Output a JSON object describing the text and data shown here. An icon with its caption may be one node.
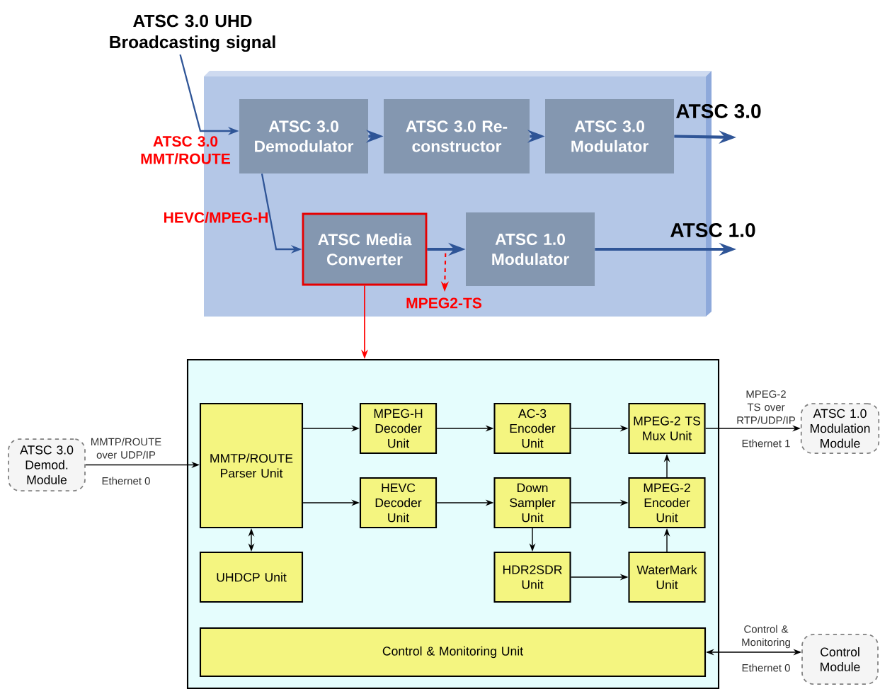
{
  "diagram": {
    "nodes": [
      {
        "text": [],
        "shape": "box"
      },
      {
        "text": [
          "ATSC 3.0 UHD Broadcasting signal"
        ]
      },
      {
        "text": [
          "ATSC 3.0 Demodulator"
        ],
        "in": 0
      },
      {
        "text": [
          "ATSC 3.0 Re-constructor"
        ],
        "in": 0
      },
      {
        "text": [
          "ATSC 3.0 Modulator"
        ],
        "in": 0
      },
      {
        "text": [
          "ATSC Media Converter"
        ],
        "in": 0
      },
      {
        "text": [
          "ATSC 1.0 Modulator"
        ],
        "in": 0
      },
      {
        "text": [],
        "shape": "box"
      },
      {
        "text": [
          "MMTP/ROUTE Parser Unit"
        ],
        "in": 7
      },
      {
        "text": [
          "MPEG-H Decoder Unit"
        ],
        "in": 7
      },
      {
        "text": [
          "AC-3 Encoder Unit"
        ],
        "in": 7
      },
      {
        "text": [
          "MPEG-2 TS Mux Unit"
        ],
        "in": 7
      },
      {
        "text": [
          "HEVC Decoder Unit"
        ],
        "in": 7
      },
      {
        "text": [
          "Down Sampler Unit"
        ],
        "in": 7
      },
      {
        "text": [
          "MPEG-2 Encoder Unit"
        ],
        "in": 7
      },
      {
        "text": [
          "UHDCP Unit"
        ],
        "in": 7
      },
      {
        "text": [
          "HDR2SDR Unit"
        ],
        "in": 7
      },
      {
        "text": [
          "WaterMark Unit"
        ],
        "in": 7
      },
      {
        "text": [
          "Control & Monitoring Unit"
        ],
        "in": 7
      },
      {
        "text": [
          "ATSC 3.0 Demod. Module"
        ]
      },
      {
        "text": [
          "ATSC 1.0 Modulation Module"
        ]
      },
      {
        "text": [
          "Control Module"
        ]
      }
    ],
    "edges": [
      {
        "from": 1,
        "to": 2,
        "arrow": "to",
        "label": "ATSC 3.0 MMT/ROUTE",
        "color": "#2f5597"
      },
      {
        "from": 2,
        "to": 3,
        "arrow": "to",
        "style": "thick",
        "color": "#2f5597"
      },
      {
        "from": 3,
        "to": 4,
        "arrow": "to",
        "style": "thick",
        "color": "#2f5597"
      },
      {
        "from": 4,
        "to": null,
        "arrow": "to",
        "label": "ATSC 3.0",
        "style": "thick",
        "color": "#2f5597"
      },
      {
        "from": 2,
        "to": 5,
        "arrow": "to",
        "label": "HEVC/MPEG-H",
        "color": "#2f5597"
      },
      {
        "from": 5,
        "to": 6,
        "arrow": "to",
        "style": "thick",
        "color": "#2f5597"
      },
      {
        "from": 6,
        "to": null,
        "arrow": "to",
        "label": "ATSC 1.0",
        "style": "thick",
        "color": "#2f5597"
      },
      {
        "from": 5,
        "to": null,
        "arrow": "to",
        "label": "MPEG2-TS",
        "style": "dashed",
        "color": "#ff0000"
      },
      {
        "from": 5,
        "to": 7,
        "arrow": "to",
        "color": "#ff0000"
      },
      {
        "from": 19,
        "to": 8,
        "arrow": "to",
        "label": "MMTP/ROUTE over UDP/IP"
      },
      {
        "from": 8,
        "to": 9,
        "arrow": "to"
      },
      {
        "from": 8,
        "to": 12,
        "arrow": "to"
      },
      {
        "from": 8,
        "to": 15,
        "arrow": "both"
      },
      {
        "from": 9,
        "to": 10,
        "arrow": "to"
      },
      {
        "from": 10,
        "to": 11,
        "arrow": "to"
      },
      {
        "from": 11,
        "to": 20,
        "arrow": "to",
        "label": "MPEG-2 TS over RTP/UDP/IP"
      },
      {
        "from": 12,
        "to": 13,
        "arrow": "to"
      },
      {
        "from": 13,
        "to": 14,
        "arrow": "to"
      },
      {
        "from": 13,
        "to": 16,
        "arrow": "to"
      },
      {
        "from": 14,
        "to": 11,
        "arrow": "to"
      },
      {
        "from": 16,
        "to": 17,
        "arrow": "to"
      },
      {
        "from": 17,
        "to": 14,
        "arrow": "to"
      },
      {
        "from": 18,
        "to": 21,
        "arrow": "both",
        "label": "Control & Monitoring"
      }
    ],
    "labels": [
      "Ethernet 0",
      "Ethernet 1",
      "Ethernet 0"
    ]
  }
}
